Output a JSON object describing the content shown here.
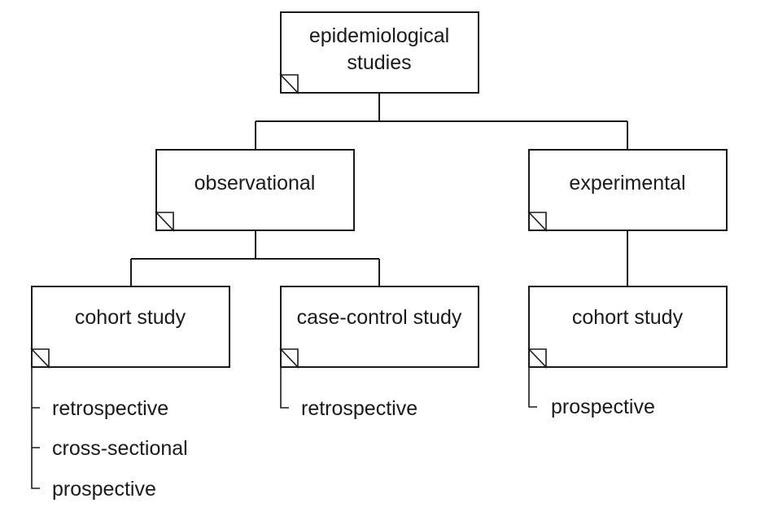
{
  "diagram": {
    "root": {
      "line1": "epidemiological",
      "line2": "studies"
    },
    "observational": {
      "label": "observational"
    },
    "experimental": {
      "label": "experimental"
    },
    "obs_cohort": {
      "label": "cohort study",
      "subtypes": [
        "retrospective",
        "cross-sectional",
        "prospective"
      ]
    },
    "case_control": {
      "label": "case-control study",
      "subtypes": [
        "retrospective"
      ]
    },
    "exp_cohort": {
      "label": "cohort study",
      "subtypes": [
        "prospective"
      ]
    }
  }
}
